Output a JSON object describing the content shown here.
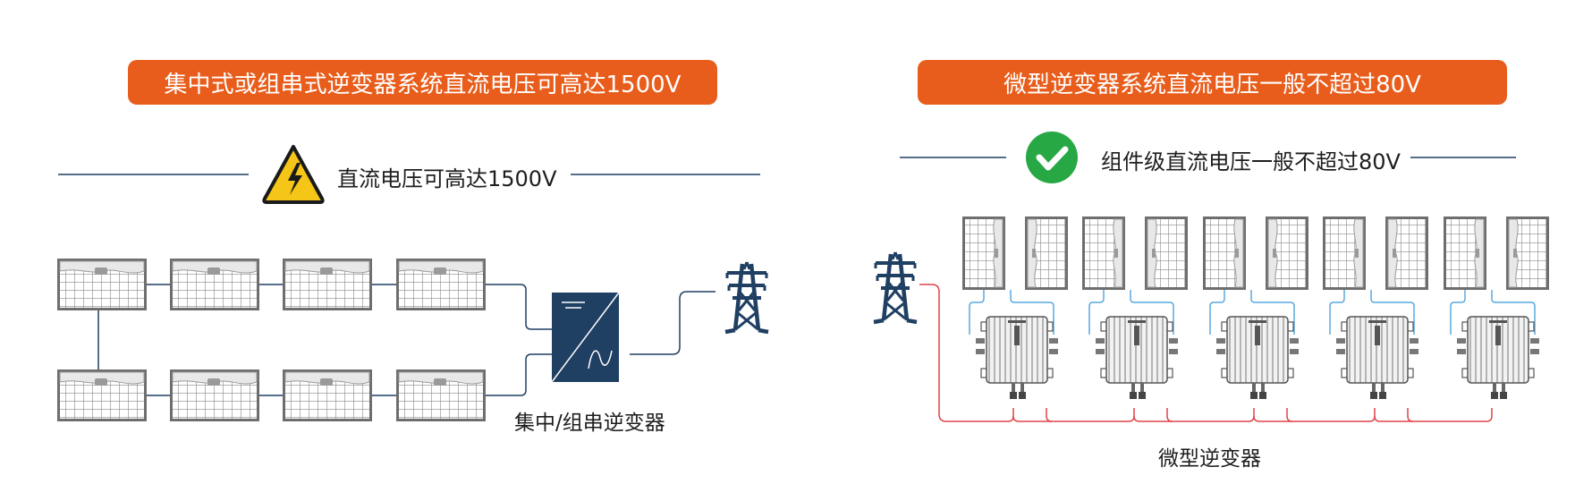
{
  "colors": {
    "banner": "#e85d1b",
    "line_blue": "#1f3f63",
    "inverter_blue": "#1f3f63",
    "warning_yellow": "#f5c518",
    "check_green": "#27a844",
    "dc_line_cyan": "#5aa9e0",
    "ac_line_red": "#e0444a",
    "panel_gray": "#7a7a7a"
  },
  "left": {
    "banner": "集中式或组串式逆变器系统直流电压可高达1500V",
    "note": "直流电压可高达1500V",
    "note_icon": "high-voltage-warning-icon",
    "caption": "集中/组串逆变器",
    "grid_icon": "transmission-tower-icon"
  },
  "right": {
    "banner": "微型逆变器系统直流电压一般不超过80V",
    "note": "组件级直流电压一般不超过80V",
    "note_icon": "check-icon",
    "caption": "微型逆变器",
    "grid_icon": "transmission-tower-icon"
  }
}
